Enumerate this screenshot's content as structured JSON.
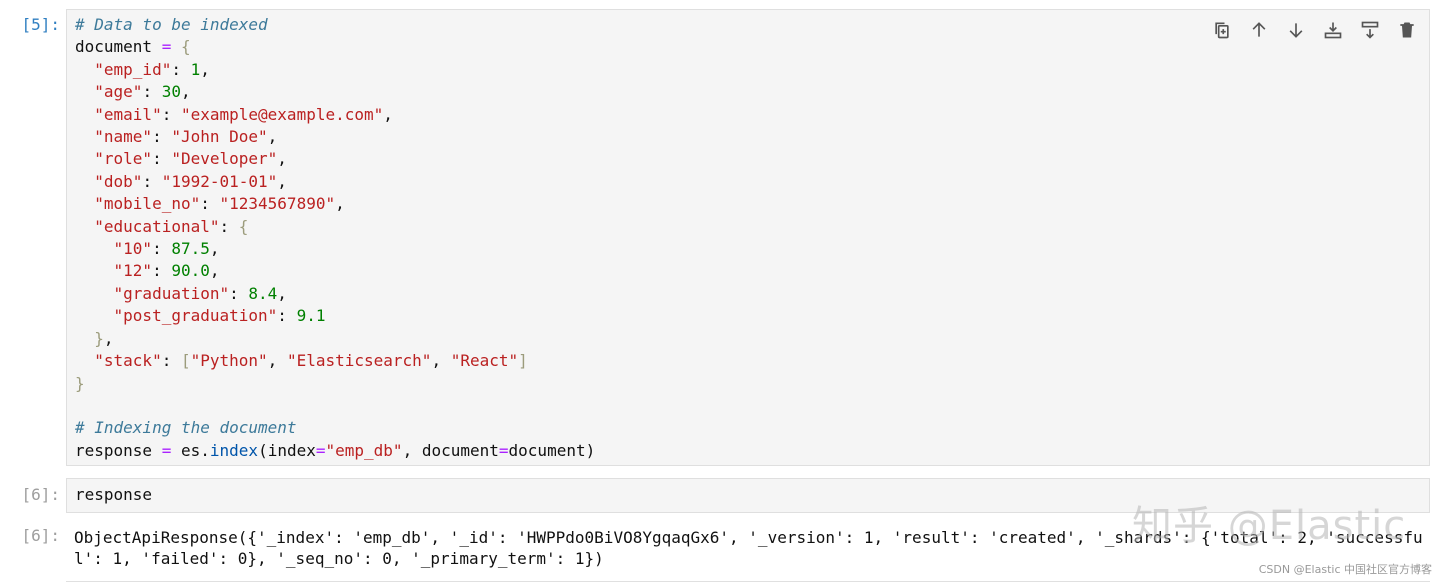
{
  "cell5": {
    "prompt": "[5]:",
    "lines": {
      "l1": "# Data to be indexed",
      "l2a": "document",
      "l2b": "=",
      "l2c": "{",
      "k1": "\"emp_id\"",
      "v1": "1",
      "k2": "\"age\"",
      "v2": "30",
      "k3": "\"email\"",
      "v3": "\"example@example.com\"",
      "k4": "\"name\"",
      "v4": "\"John Doe\"",
      "k5": "\"role\"",
      "v5": "\"Developer\"",
      "k6": "\"dob\"",
      "v6": "\"1992-01-01\"",
      "k7": "\"mobile_no\"",
      "v7": "\"1234567890\"",
      "k8": "\"educational\"",
      "v8": "{",
      "k9": "\"10\"",
      "v9": "87.5",
      "k10": "\"12\"",
      "v10": "90.0",
      "k11": "\"graduation\"",
      "v11": "8.4",
      "k12": "\"post_graduation\"",
      "v12": "9.1",
      "close1": "}",
      "k13": "\"stack\"",
      "lb": "[",
      "s1": "\"Python\"",
      "s2": "\"Elasticsearch\"",
      "s3": "\"React\"",
      "rb": "]",
      "close2": "}",
      "c2": "# Indexing the document",
      "r1": "response",
      "r2": "=",
      "r3": "es.",
      "r4": "index",
      "r5": "(index",
      "r6": "=",
      "r7": "\"emp_db\"",
      "r8": ", document",
      "r9": "=",
      "r10": "document)"
    }
  },
  "cell6": {
    "prompt": "[6]:",
    "code": "response",
    "out_prompt": "[6]:",
    "output_line1": "ObjectApiResponse({'_index': 'emp_db', '_id': 'HWPPdo0BiVO8YgqaqGx6', '_version': 1, 'result': 'created', '_shards': {'total': 2, 'successfu",
    "output_line2": "l': 1, 'failed': 0}, '_seq_no': 0, '_primary_term': 1})"
  },
  "toolbar": {
    "icons": [
      "duplicate-icon",
      "move-up-icon",
      "move-down-icon",
      "insert-above-icon",
      "insert-below-icon",
      "delete-icon"
    ]
  },
  "watermark": "知乎 @Elastic",
  "credit": "CSDN @Elastic 中国社区官方博客"
}
